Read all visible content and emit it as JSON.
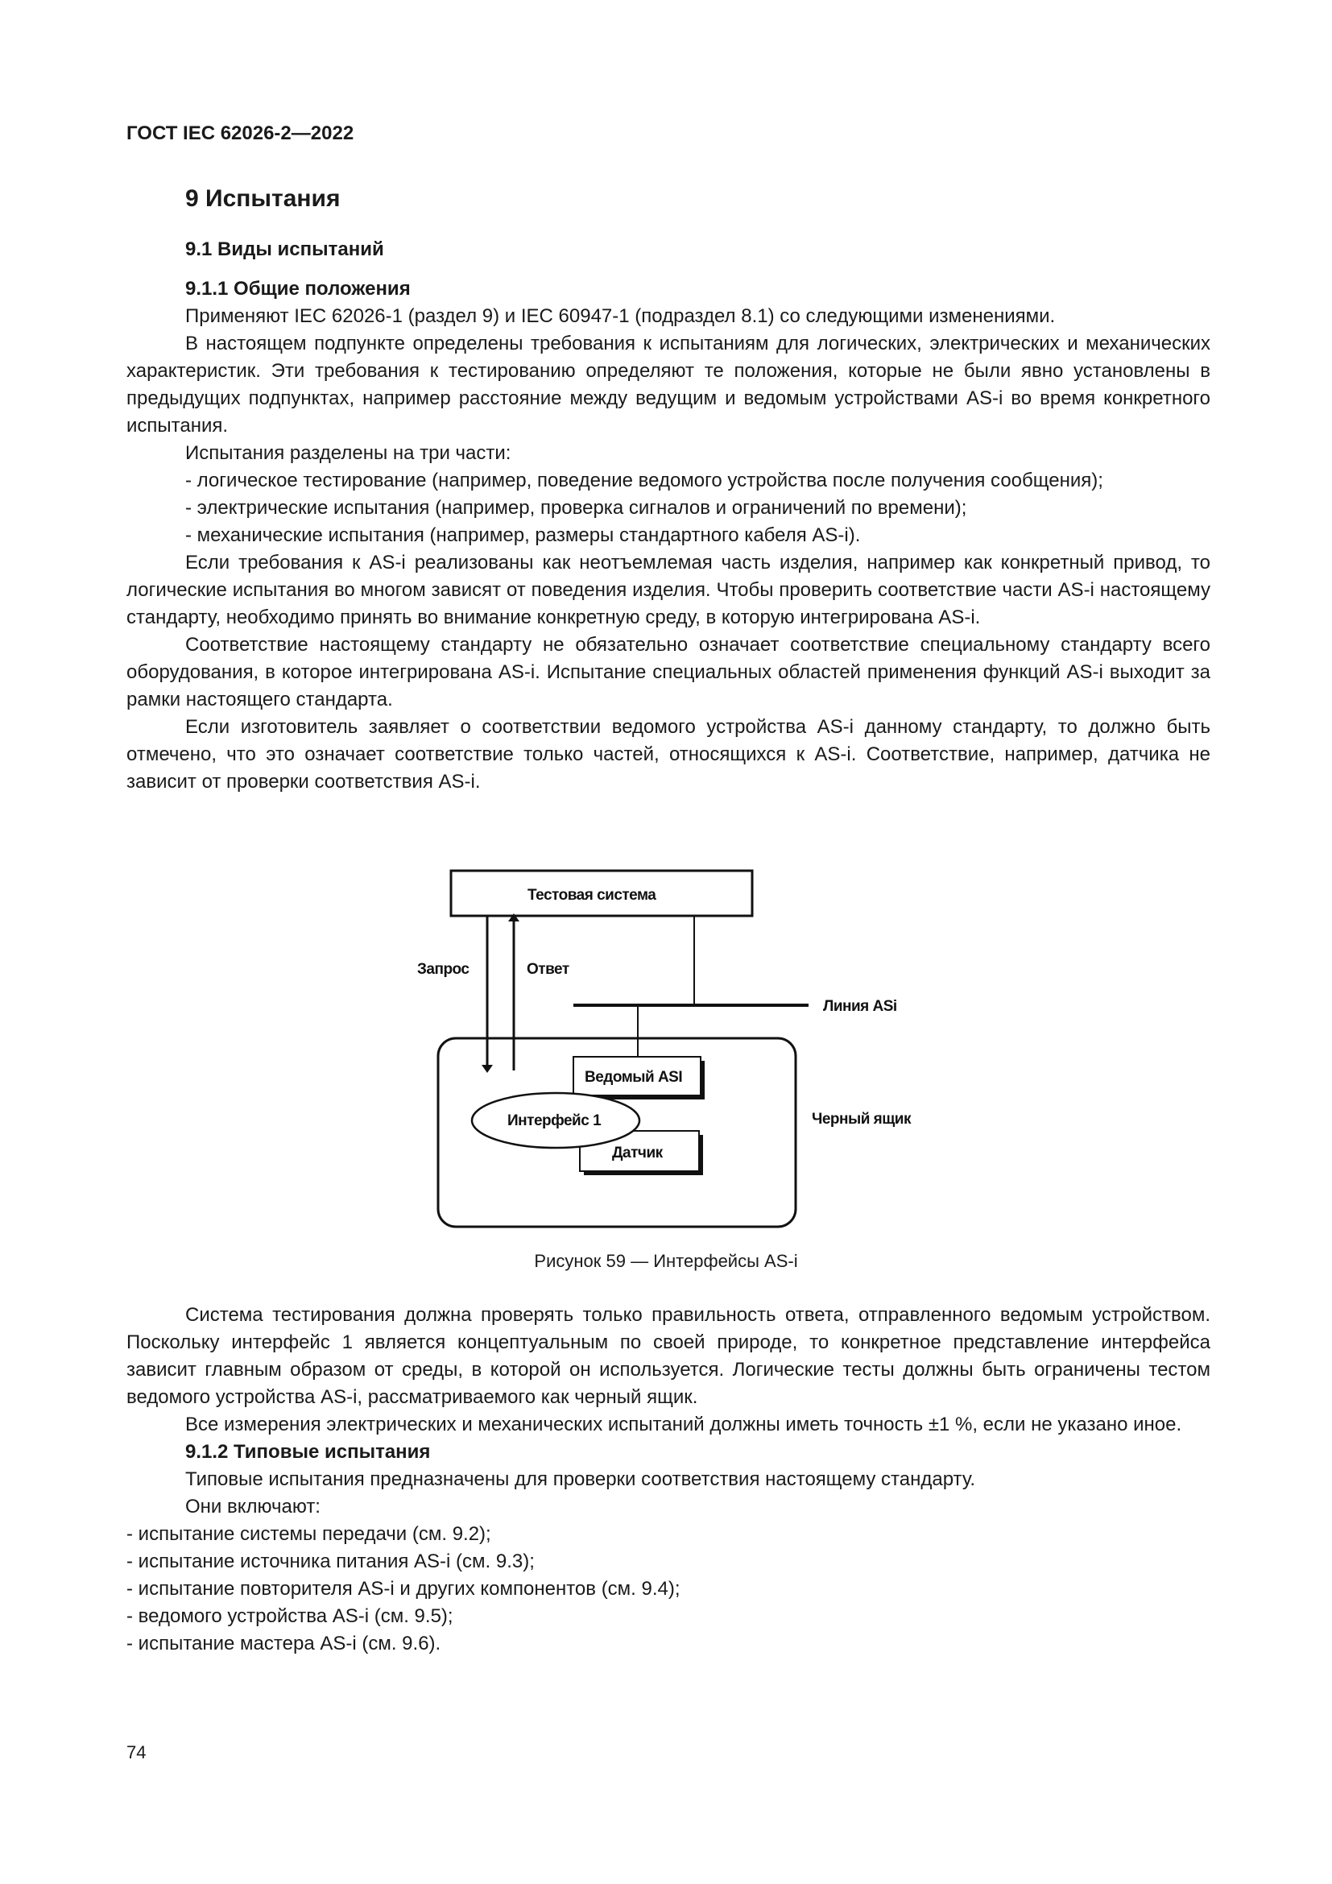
{
  "header": {
    "doc_id": "ГОСТ IEC 62026-2—2022"
  },
  "section": {
    "title": "9 Испытания",
    "subsection_title": "9.1 Виды испытаний"
  },
  "body1": [
    "9.1.1 Общие положения",
    "Применяют IEC 62026-1 (раздел 9) и IEC 60947-1 (подраздел 8.1) со следующими изменениями.",
    "В настоящем подпункте определены требования к испытаниям для логических, электрических и механических характеристик. Эти требования к тестированию определяют те положения, которые не были явно установлены в предыдущих подпунктах, например расстояние между ведущим и ведомым устройствами AS-i во время конкретного испытания.",
    "Испытания разделены на три части:",
    "- логическое тестирование (например, поведение ведомого устройства после получения сооб­щения);",
    "- электрические испытания (например, проверка сигналов и ограничений по времени);",
    "- механические испытания (например, размеры стандартного кабеля AS-i).",
    "Если требования к AS-i реализованы как неотъемлемая часть изделия, например как конкретный привод, то логические испытания во многом зависят от поведения изделия. Чтобы проверить соответ­ствие части AS-i настоящему стандарту, необходимо принять во внимание конкретную среду, в которую интегрирована AS-i.",
    "Соответствие настоящему стандарту не обязательно означает соответствие специальному стан­дарту всего оборудования, в которое интегрирована AS-i. Испытание специальных областей примене­ния функций AS-i выходит за рамки настоящего стандарта.",
    "Если изготовитель заявляет о соответствии ведомого устройства AS-i данному стандарту, то долж­но быть отмечено, что это означает соответствие только частей, относящихся к AS-i. Соответствие, на­пример, датчика не зависит от проверки соответствия AS-i."
  ],
  "figure": {
    "labels": {
      "test_system": "Тестовая система",
      "request": "Запрос",
      "response": "Ответ",
      "line": "Линия ASi",
      "slave": "Ведомый ASI",
      "interface": "Интерфейс 1",
      "sensor": "Датчик",
      "black_box": "Черный ящик"
    },
    "caption": "Рисунок 59 — Интерфейсы AS-i"
  },
  "body2": [
    "Система тестирования должна проверять только правильность ответа, отправленного ведомым устройством. Поскольку интерфейс 1 является концептуальным по своей природе, то конкретное пред­ставление интерфейса зависит главным образом от среды, в которой он используется. Логические те­сты должны быть ограничены тестом ведомого устройства AS-i, рассматриваемого как черный ящик.",
    "Все измерения электрических и механических испытаний должны иметь точность ±1 %, если не указано иное.",
    "9.1.2 Типовые испытания",
    "Типовые испытания предназначены для проверки соответствия настоящему стандарту.",
    "Они включают:",
    "- испытание системы передачи (см. 9.2);",
    "- испытание источника питания AS-i (см. 9.3);",
    "- испытание повторителя AS-i и других компонентов (см. 9.4);",
    "- ведомого устройства AS-i (см. 9.5);",
    "- испытание мастера AS-i (см. 9.6)."
  ],
  "footer": {
    "page_number": "74"
  }
}
